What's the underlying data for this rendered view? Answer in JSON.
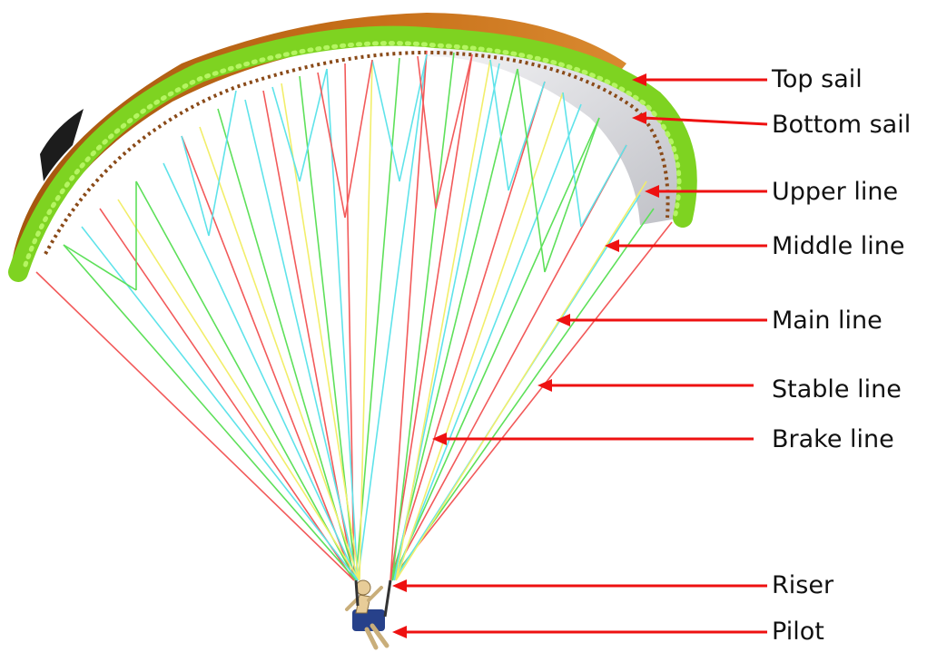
{
  "labels": {
    "top_sail": "Top sail",
    "bottom_sail": "Bottom sail",
    "upper_line": "Upper line",
    "middle_line": "Middle line",
    "main_line": "Main line",
    "stable_line": "Stable line",
    "brake_line": "Brake line",
    "riser": "Riser",
    "pilot": "Pilot"
  },
  "colors": {
    "canopy_green": "#7ed321",
    "canopy_orange": "#c8701a",
    "bottom_sail_grey": "#d8d8dc",
    "line_red": "#f25a5a",
    "line_green": "#5ee05a",
    "line_cyan": "#5fe3ea",
    "line_yellow": "#f2ee6a",
    "arrow_red": "#ee1111"
  }
}
